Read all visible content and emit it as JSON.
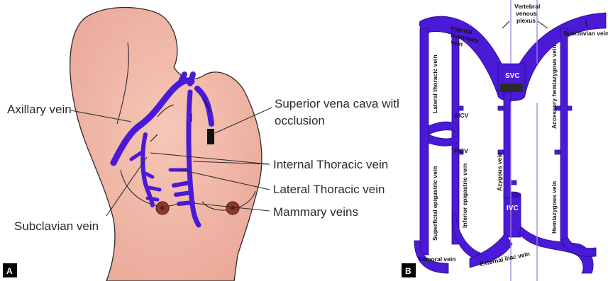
{
  "panel_a": {
    "badge": "A",
    "labels": {
      "axillary": "Axillary vein",
      "svc_line1": "Superior vena cava with",
      "svc_line2": "occlusion",
      "internal_thoracic": "Internal Thoracic vein",
      "lateral_thoracic": "Lateral Thoracic vein",
      "mammary": "Mammary veins",
      "subclavian": "Subclavian vein"
    }
  },
  "panel_b": {
    "badge": "B",
    "labels": {
      "vertebral_1": "Vertebral",
      "vertebral_2": "venous",
      "vertebral_3": "plexus",
      "subclavian": "Subclavian vein",
      "internal_mammary_1": "Internal",
      "internal_mammary_2": "mammary",
      "internal_mammary_3": "vein",
      "lateral_thoracic": "Lateral thoracic vein",
      "svc": "SVC",
      "aicv": "AICV",
      "picv": "PICV",
      "accessory_hemiazygous": "Accessory hemiazygous vein",
      "superficial_epigastric": "Superficial epigastric vein",
      "inferior_epigastric": "Inferior epigastric vein",
      "azygous": "Azygous vein",
      "hemiazygous": "Hemiazygous vein",
      "ivc": "IVC",
      "femoral": "Femoral vein",
      "external_iliac": "External iliac vein"
    },
    "colors": {
      "vein": "#4a1ad6",
      "vein_dark": "#3a10b0",
      "vein_light": "#6a3ae8"
    }
  }
}
